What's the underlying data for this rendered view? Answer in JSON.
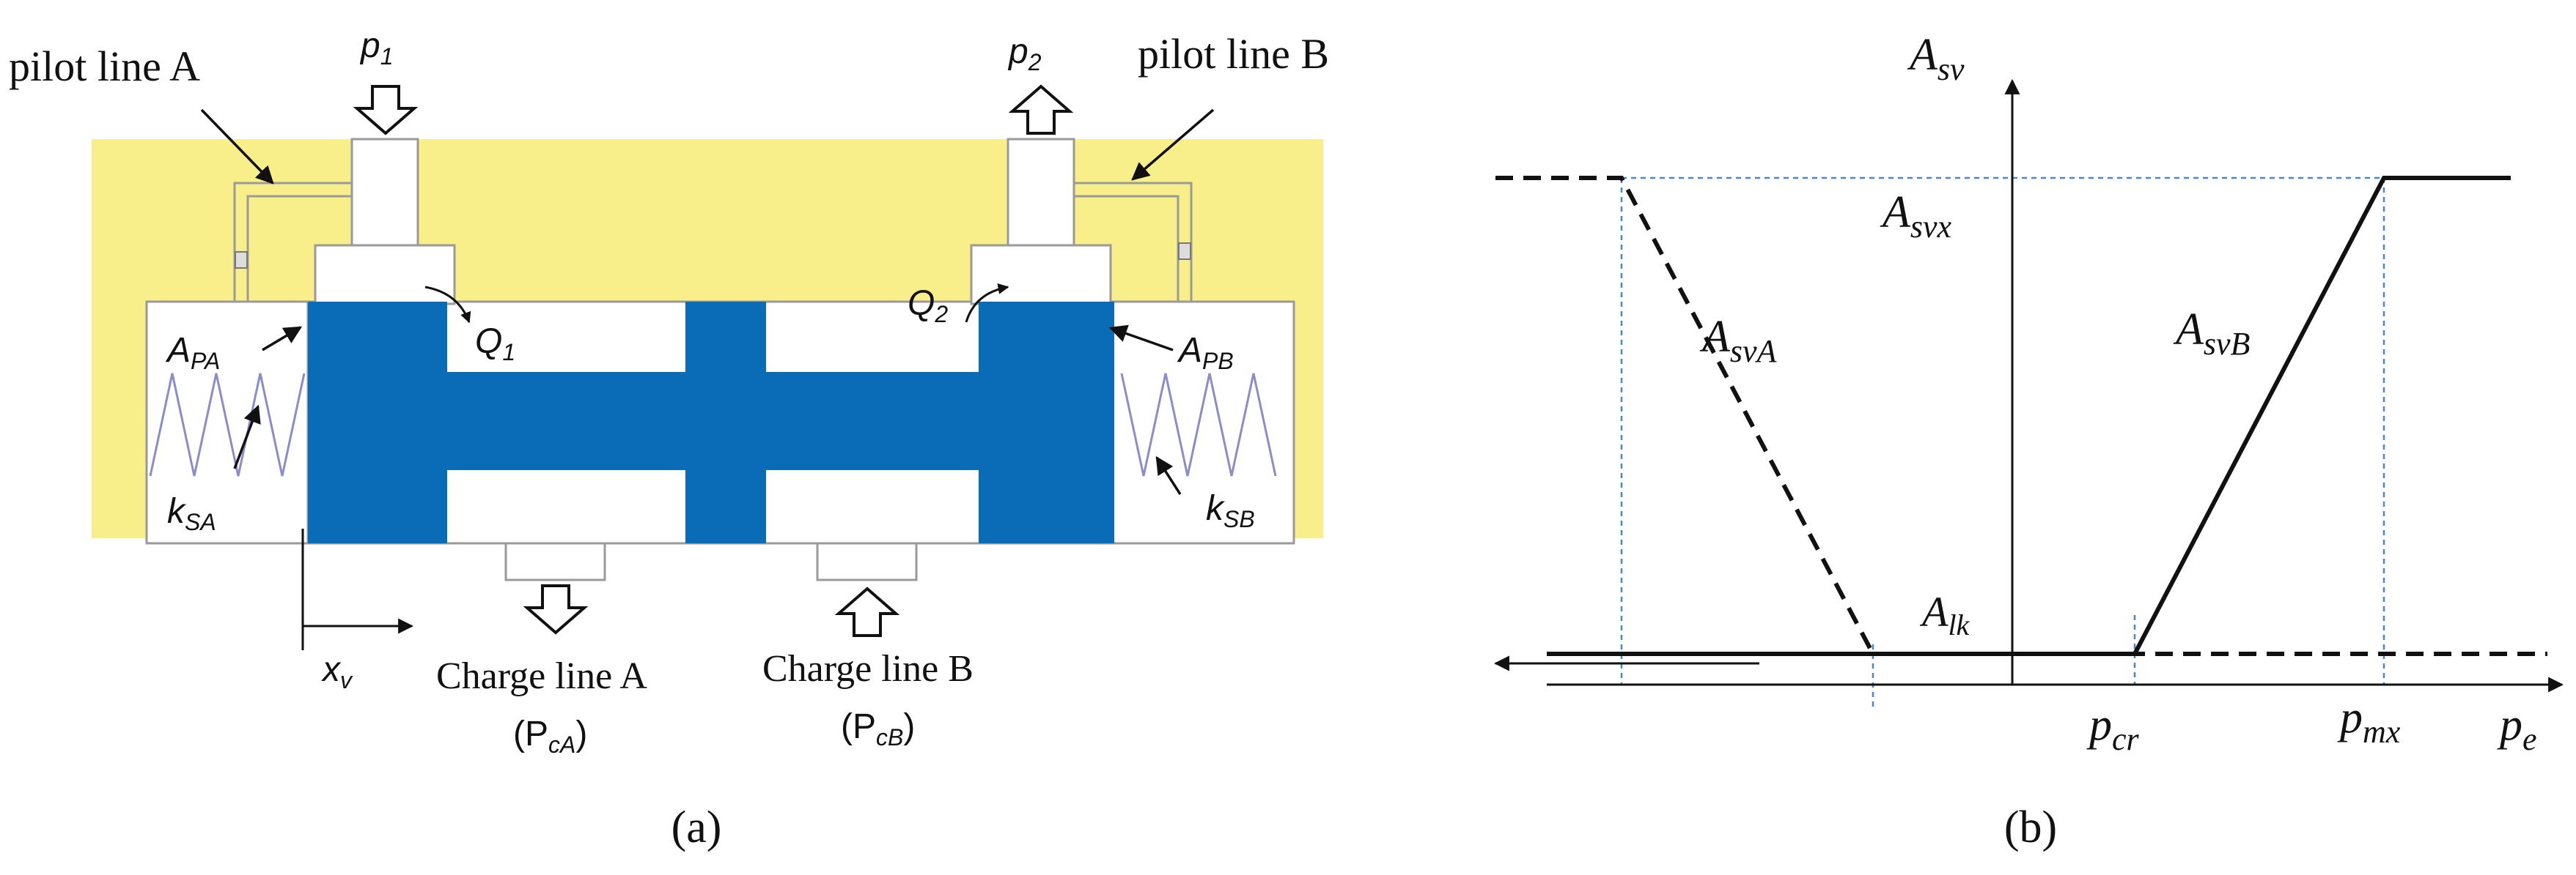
{
  "panel_a": {
    "caption": "(a)",
    "labels": {
      "pilot_line_a": "pilot line A",
      "pilot_line_b": "pilot line B",
      "p1": "p",
      "p1_sub": "1",
      "p2": "p",
      "p2_sub": "2",
      "q1": "Q",
      "q1_sub": "1",
      "q2": "Q",
      "q2_sub": "2",
      "apa": "A",
      "apa_sub": "PA",
      "apb": "A",
      "apb_sub": "PB",
      "ksa": "k",
      "ksa_sub": "SA",
      "ksb": "k",
      "ksb_sub": "SB",
      "xv": "x",
      "xv_sub": "v",
      "charge_a": "Charge line A",
      "charge_a_var": "(P",
      "charge_a_sub": "cA",
      "charge_a_close": ")",
      "charge_b": "Charge line B",
      "charge_b_var": "(P",
      "charge_b_sub": "cB",
      "charge_b_close": ")"
    },
    "colors": {
      "body": "#f8ef8a",
      "spool": "#0a6cb6",
      "outline": "#9a9a9a",
      "spring": "#8c8ccc"
    }
  },
  "panel_b": {
    "caption": "(b)",
    "labels": {
      "y_axis": "A",
      "y_axis_sub": "sv",
      "x_axis": "p",
      "x_axis_sub": "e",
      "asvx": "A",
      "asvx_sub": "svx",
      "asva": "A",
      "asva_sub": "svA",
      "asvb": "A",
      "asvb_sub": "svB",
      "alk": "A",
      "alk_sub": "lk",
      "pcr": "p",
      "pcr_sub": "cr",
      "pmx": "p",
      "pmx_sub": "mx"
    },
    "colors": {
      "guide": "#4a86d0"
    }
  }
}
